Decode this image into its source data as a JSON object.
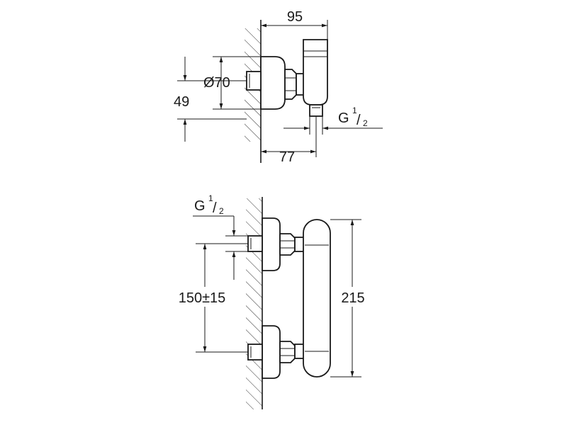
{
  "top_view": {
    "dim_width": "95",
    "dim_diameter": "Ø70",
    "dim_height": "49",
    "dim_depth": "77",
    "thread_label": "G",
    "thread_num": "1",
    "thread_den": "2"
  },
  "front_view": {
    "thread_label": "G",
    "thread_num": "1",
    "thread_den": "2",
    "dim_spacing": "150±15",
    "dim_height": "215"
  }
}
